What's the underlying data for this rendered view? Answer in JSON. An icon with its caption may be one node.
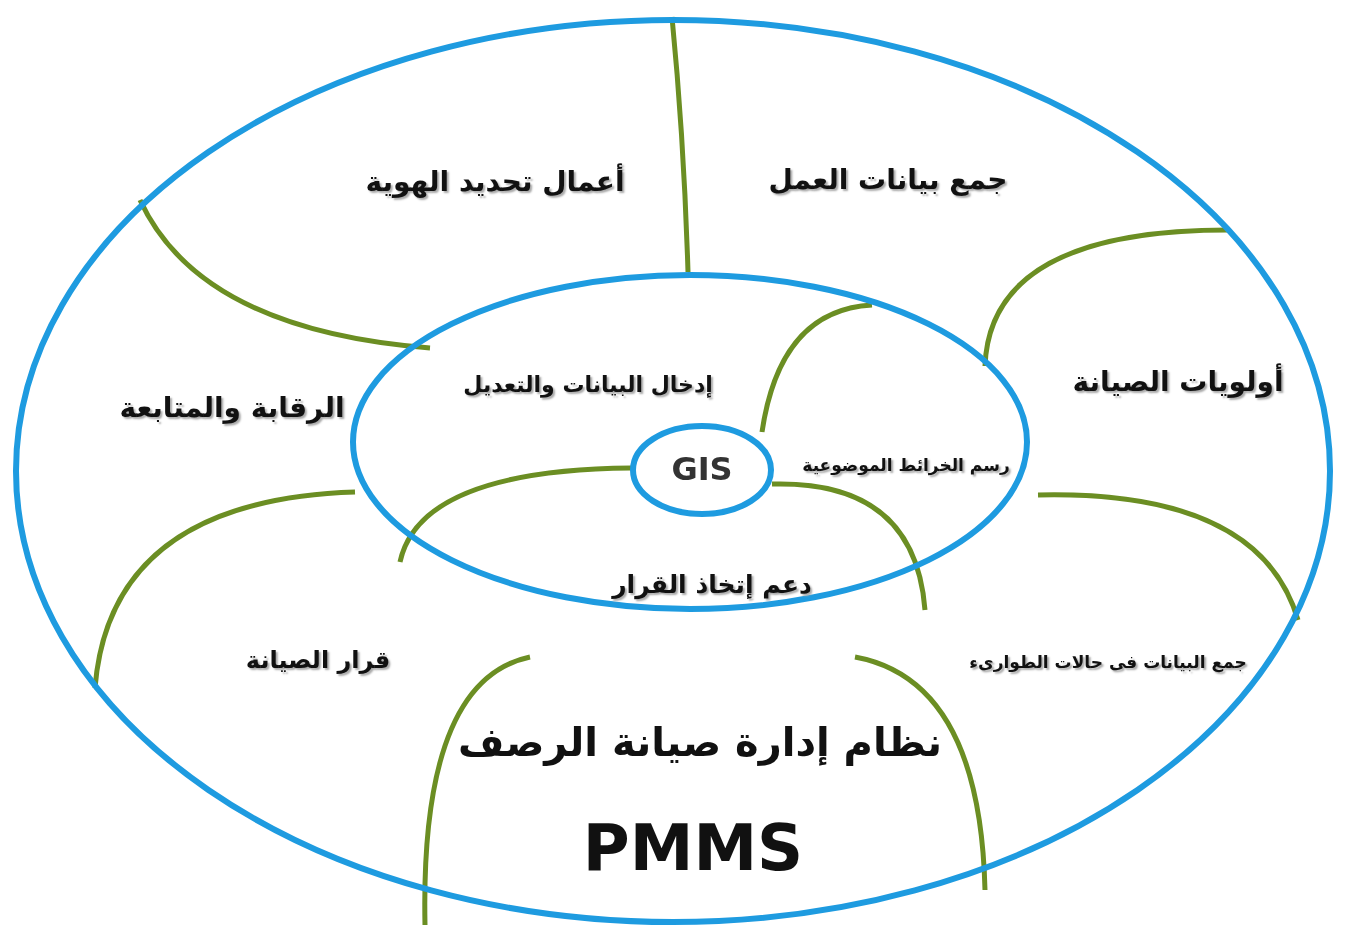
{
  "diagram": {
    "nodes": [
      {
        "text": [
          "جمع بيانات العمل",
          "أعمال تحديد الهوية",
          "الرقابة والمتابعة",
          "أولويات الصيانة",
          "قرار الصيانة",
          "جمع البيانات فى حالات الطوارىء",
          "نظام إدارة صيانة الرصف",
          "PMMS"
        ]
      },
      {
        "text": [
          "إدخال البيانات والتعديل",
          "رسم الخرائط الموضوعية",
          "دعم إتخاذ القرار"
        ],
        "in": 0
      },
      {
        "text": [
          "GIS"
        ],
        "in": 1
      }
    ]
  }
}
